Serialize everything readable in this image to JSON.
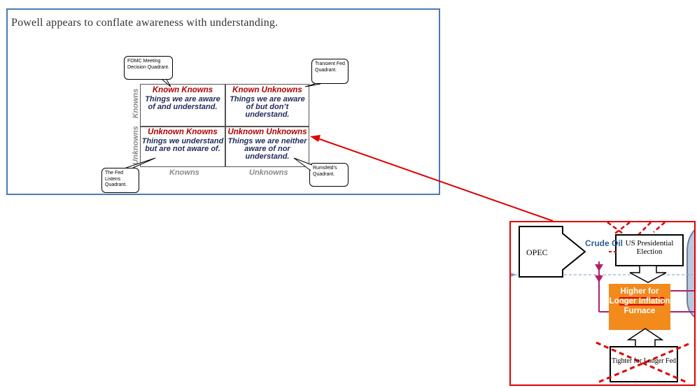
{
  "caption": "Powell appears to conflate awareness with understanding.",
  "matrix": {
    "cells": [
      {
        "heading": "Known Knowns",
        "body": "Things we are aware of and understand."
      },
      {
        "heading": "Known Unknowns",
        "body": "Things we are aware of but don’t understand."
      },
      {
        "heading": "Unknown Knowns",
        "body": "Things we understand but are not aware of."
      },
      {
        "heading": "Unknown Unknowns",
        "body": "Things we are neither aware of nor understand."
      }
    ],
    "axis_left": [
      "Knowns",
      "Unknowns"
    ],
    "axis_bottom": [
      "Knowns",
      "Unknowns"
    ]
  },
  "callouts": {
    "fomc": "FOMC Meeting Decision Quadrant.",
    "transient": "Transient Fed Quadrant.",
    "listens": "The Fed Listens Quadrant.",
    "rumsfeld": "Rumsfeld’s Quadrant."
  },
  "flow": {
    "opec": "OPEC",
    "crude_oil": "Crude Oil",
    "us_election": "US Presidential Election",
    "higher": "Higher for Longer Inflation Furnace",
    "tighter": "Tighter for Longer Fed"
  },
  "colors": {
    "panel_border": "#4a7ab5",
    "heading_red": "#b00000",
    "body_navy": "#1f2a5c",
    "arrow_red": "#e00000",
    "furnace_orange": "#f28a1c",
    "crude_blue": "#2f5f8f",
    "magenta_line": "#b0206a"
  }
}
